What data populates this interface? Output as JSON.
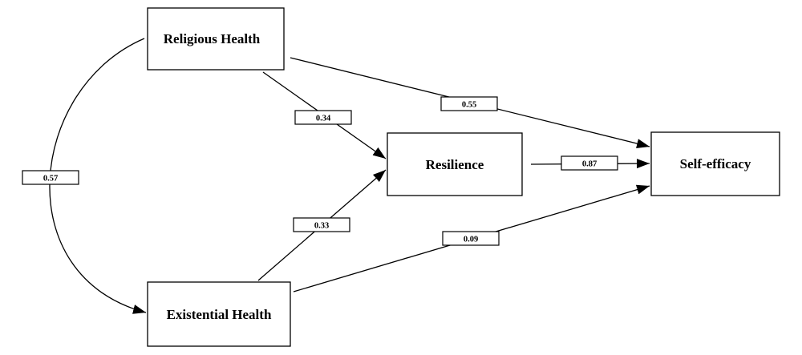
{
  "diagram": {
    "nodes": {
      "religious": "Religious Health",
      "existential": "Existential Health",
      "resilience": "Resilience",
      "selfefficacy": "Self-efficacy"
    },
    "paths": {
      "religious_existential": "0.57",
      "religious_resilience": "0.34",
      "religious_selfefficacy": "0.55",
      "existential_resilience": "0.33",
      "existential_selfefficacy": "0.09",
      "resilience_selfefficacy": "0.87"
    }
  }
}
